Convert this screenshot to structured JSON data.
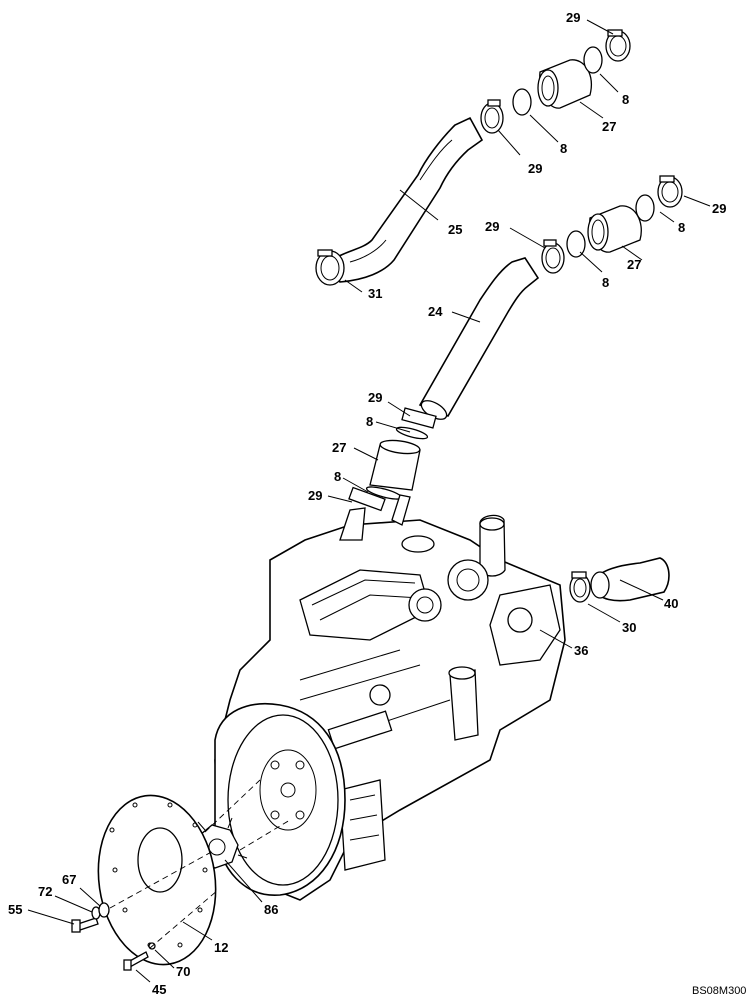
{
  "diagram": {
    "code": "BS08M300",
    "callouts": {
      "c29a": "29",
      "c8a": "8",
      "c27a": "27",
      "c8b": "8",
      "c29b": "29",
      "c25": "25",
      "c31": "31",
      "c29c": "29",
      "c8c": "8",
      "c27b": "27",
      "c29d": "29",
      "c8d": "8",
      "c24": "24",
      "c29e": "29",
      "c8e": "8",
      "c27c": "27",
      "c8f": "8",
      "c29f": "29",
      "c40": "40",
      "c30": "30",
      "c36": "36",
      "c86": "86",
      "c12": "12",
      "c67": "67",
      "c72": "72",
      "c55": "55",
      "c70": "70",
      "c45": "45"
    }
  }
}
